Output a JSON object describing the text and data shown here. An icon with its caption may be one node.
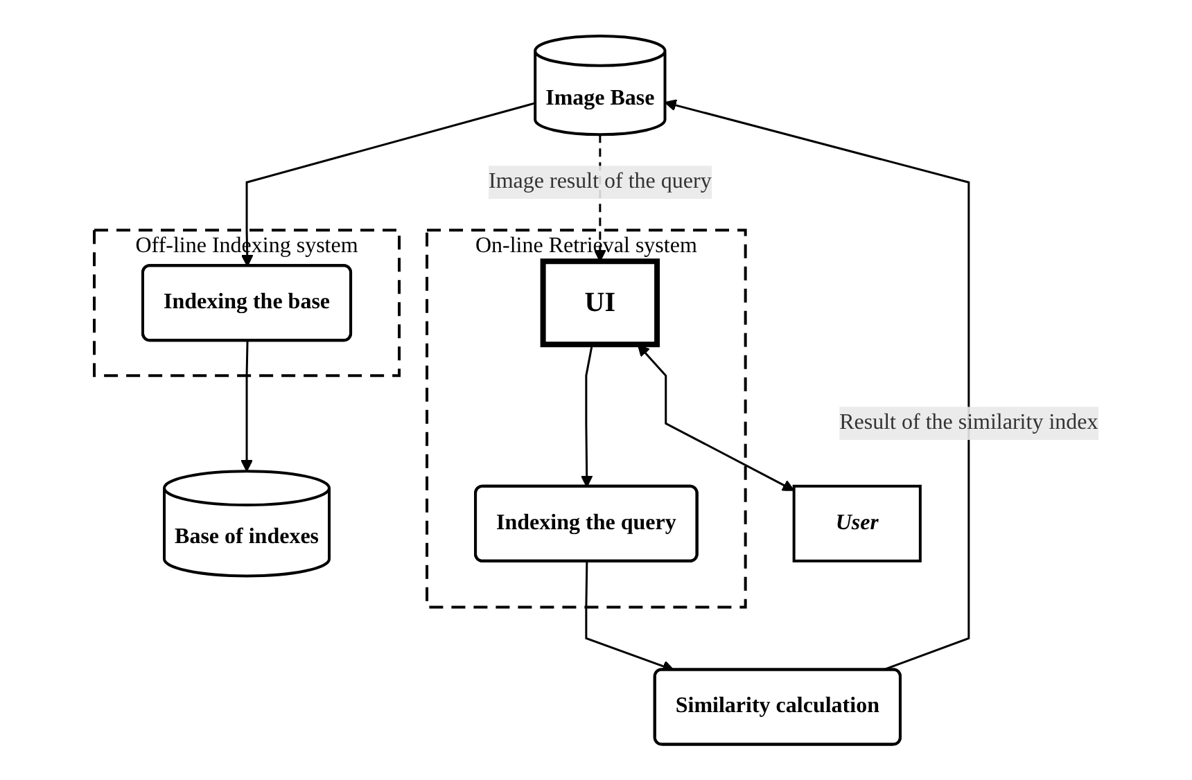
{
  "diagram": {
    "nodes": [
      {
        "text": [
          "Off-line Indexing system"
        ]
      },
      {
        "text": [
          "Indexing the base"
        ],
        "in": 0
      },
      {
        "text": [
          "Image Base"
        ]
      },
      {
        "text": [
          "Base of indexes"
        ]
      },
      {
        "text": [
          "On-line Retrieval system"
        ]
      },
      {
        "text": [
          "Similarity calculation"
        ]
      },
      {
        "text": [
          "UI"
        ],
        "in": 4
      },
      {
        "text": [
          "Indexing the query"
        ],
        "in": 4
      },
      {
        "text": [
          "User"
        ]
      }
    ],
    "edges": [
      {
        "from": 2,
        "to": 1,
        "arrow": "to"
      },
      {
        "from": 1,
        "to": 3,
        "arrow": "to"
      },
      {
        "from": 5,
        "to": 2,
        "arrow": "to",
        "label": "Result of the similarity index"
      },
      {
        "from": 2,
        "to": 6,
        "arrow": "to",
        "style": "dashed",
        "label": "Image result of the query"
      },
      {
        "from": 6,
        "to": 7,
        "arrow": "to"
      },
      {
        "from": 7,
        "to": 5,
        "arrow": "to"
      },
      {
        "from": 6,
        "to": 8,
        "arrow": "both"
      }
    ]
  }
}
